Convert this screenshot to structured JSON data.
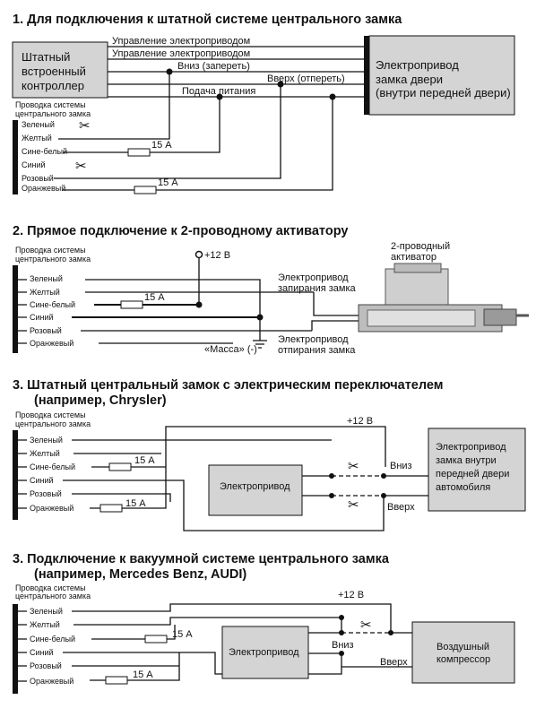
{
  "sections": [
    {
      "title": "1. Для подключения к штатной системе центрального замка",
      "controller": [
        "Штатный",
        "встроенный",
        "контроллер"
      ],
      "actuator": [
        "Электропривод",
        "замка двери",
        "(внутри передней двери)"
      ],
      "signals": [
        "Управление электроприводом",
        "Управление электроприводом",
        "Вниз (запереть)",
        "Вверх (отпереть)",
        "Подача питания"
      ],
      "harness_label": [
        "Проводка системы",
        "центрального замка"
      ],
      "wires": [
        "Зеленый",
        "Желтый",
        "Сине-белый",
        "Синий",
        "Розовый",
        "Оранжевый"
      ],
      "fuse_1": "15 А",
      "fuse_2": "15 А"
    },
    {
      "title": "2. Прямое подключение к 2-проводному активатору",
      "harness_label": [
        "Проводка системы",
        "центрального замка"
      ],
      "wires": [
        "Зеленый",
        "Желтый",
        "Сине-белый",
        "Синий",
        "Розовый",
        "Оранжевый"
      ],
      "plus12": "+12 В",
      "fuse": "15 А",
      "ground": "«Масса» (-)",
      "actuator_label": [
        "2-проводный",
        "активатор"
      ],
      "lock_label": [
        "Электропривод",
        "запирания замка"
      ],
      "unlock_label": [
        "Электропривод",
        "отпирания замка"
      ]
    },
    {
      "title": [
        "3. Штатный центральный замок с электрическим переключателем",
        "(например, Chrysler)"
      ],
      "harness_label": [
        "Проводка системы",
        "центрального замка"
      ],
      "wires": [
        "Зеленый",
        "Желтый",
        "Сине-белый",
        "Синий",
        "Розовый",
        "Оранжевый"
      ],
      "plus12": "+12 В",
      "fuse_1": "15 А",
      "fuse_2": "15 А",
      "motor": "Электропривод",
      "down": "Вниз",
      "up": "Вверх",
      "actuator": [
        "Электропривод",
        "замка внутри",
        "передней двери",
        "автомобиля"
      ]
    },
    {
      "title": [
        "3. Подключение к вакуумной системе центрального замка",
        "(например, Mercedes Benz, AUDI)"
      ],
      "harness_label": [
        "Проводка системы",
        "центрального замка"
      ],
      "wires": [
        "Зеленый",
        "Желтый",
        "Сине-белый",
        "Синий",
        "Розовый",
        "Оранжевый"
      ],
      "plus12": "+12 В",
      "fuse_1": "15 А",
      "fuse_2": "15 А",
      "motor": "Электропривод",
      "down": "Вниз",
      "up": "Вверх",
      "compressor": [
        "Воздушный",
        "компрессор"
      ]
    }
  ]
}
